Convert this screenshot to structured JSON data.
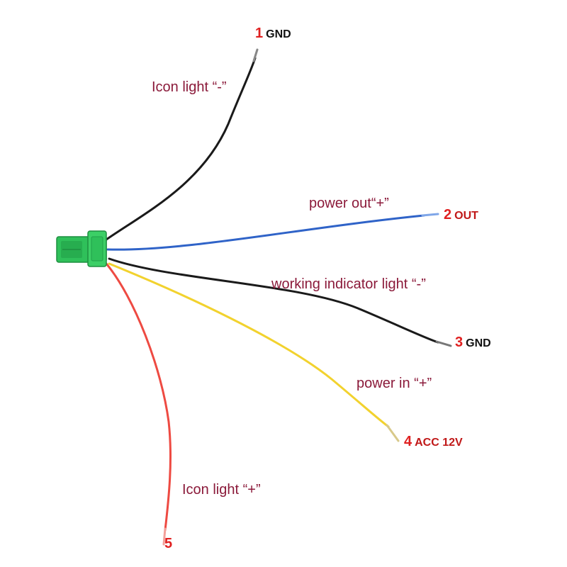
{
  "colors": {
    "description_text": "#8b1a3a",
    "pin_number": "#e02020",
    "connector": "#2fc05a",
    "wire_black": "#1a1a1a",
    "wire_blue": "#2f63c8",
    "wire_yellow": "#f2d22e",
    "wire_red": "#ee4a42"
  },
  "connector": {
    "icon": "green-connector-plug"
  },
  "wires": [
    {
      "id": "1",
      "color": "black",
      "pin_number": "1",
      "pin_label": "GND",
      "description": "Icon light “-”"
    },
    {
      "id": "2",
      "color": "blue",
      "pin_number": "2",
      "pin_label": "OUT",
      "description": "power out“+”"
    },
    {
      "id": "3",
      "color": "black",
      "pin_number": "3",
      "pin_label": "GND",
      "description": "working indicator light “-”"
    },
    {
      "id": "4",
      "color": "yellow",
      "pin_number": "4",
      "pin_label": "ACC 12V",
      "description": "power in “+”"
    },
    {
      "id": "5",
      "color": "red",
      "pin_number": "5",
      "pin_label": "",
      "description": "Icon light “+”"
    }
  ]
}
